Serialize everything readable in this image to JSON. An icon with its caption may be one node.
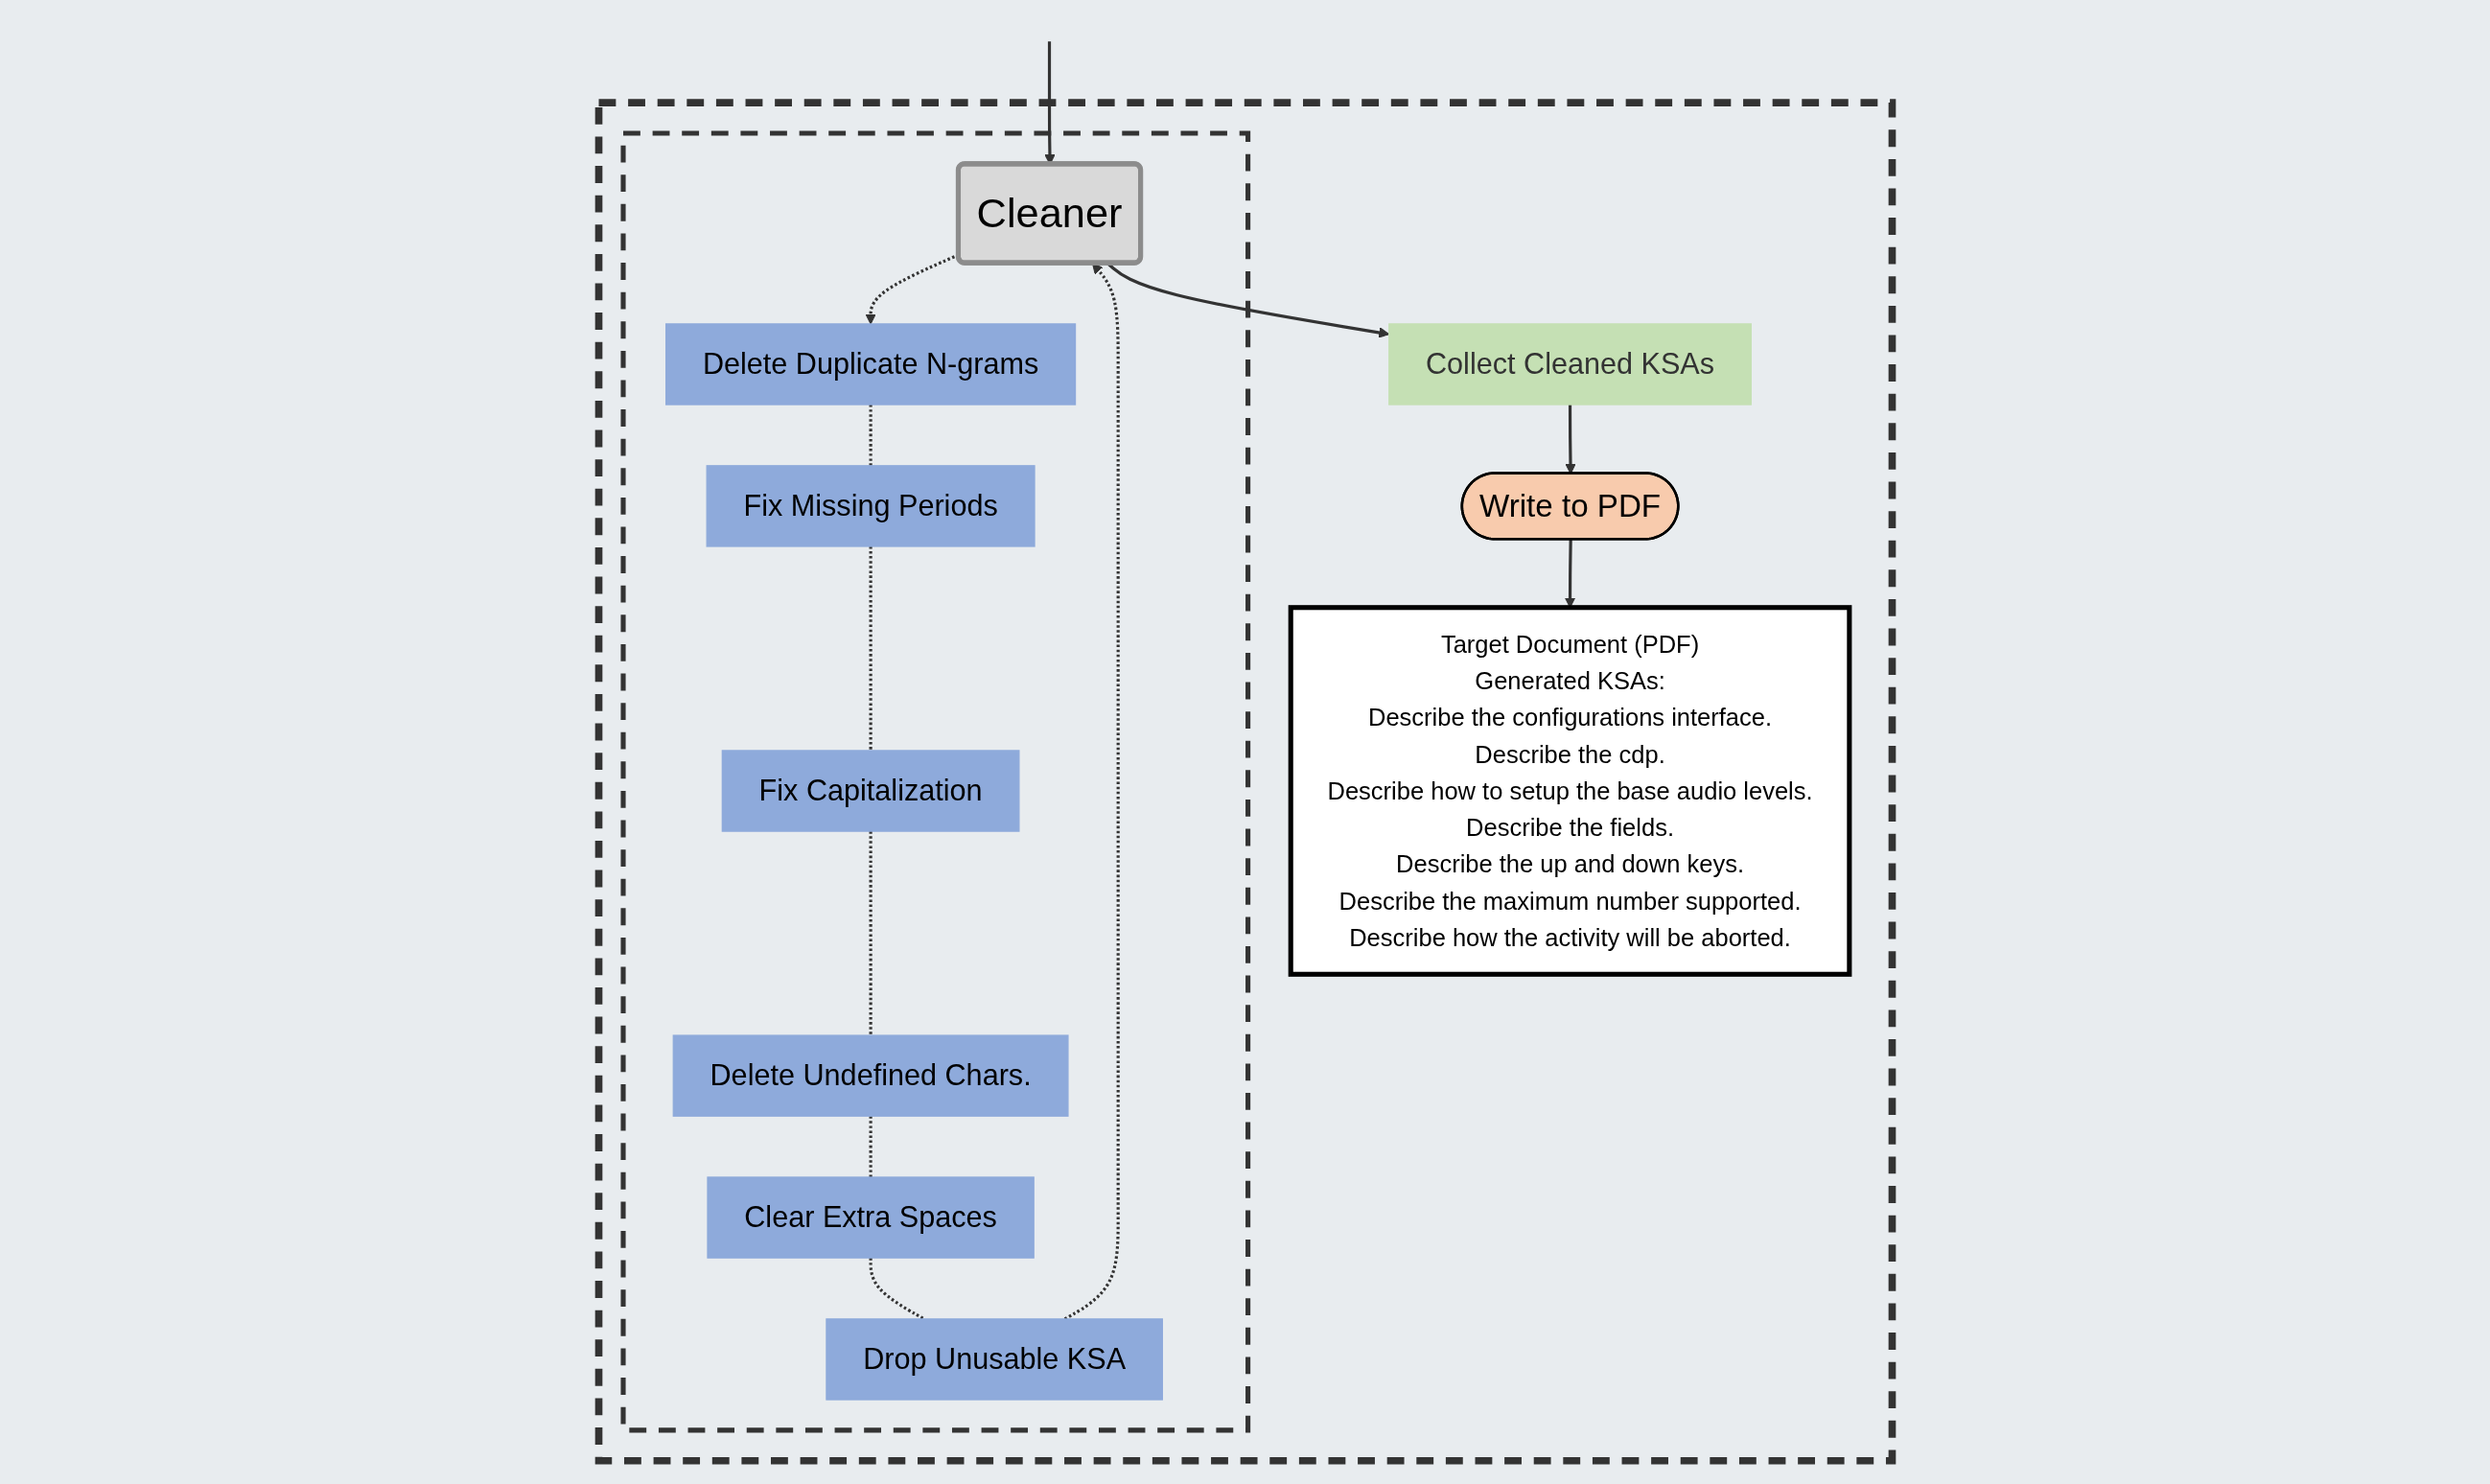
{
  "diagram": {
    "nodes": [
      {
        "text": [],
        "shape": "box"
      },
      {
        "text": [],
        "shape": "box",
        "in": 0
      },
      {
        "text": [
          "Cleaner"
        ],
        "in": 1
      },
      {
        "text": [
          "Delete Duplicate N-grams"
        ],
        "in": 1
      },
      {
        "text": [
          "Fix Missing Periods"
        ],
        "in": 1
      },
      {
        "text": [
          "Delete Undefined Chars."
        ],
        "in": 1
      },
      {
        "text": [
          "Fix Capitalization"
        ],
        "in": 1
      },
      {
        "text": [
          "Drop Unusable KSA"
        ],
        "in": 1
      },
      {
        "text": [
          "Clear Extra Spaces"
        ],
        "in": 1
      },
      {
        "text": [
          "Collect Cleaned KSAs"
        ],
        "in": 0
      },
      {
        "text": [
          "Write to PDF"
        ],
        "in": 0
      },
      {
        "text": [
          "Target Document (PDF)",
          "Generated KSAs:",
          "Describe the configurations interface.",
          "Describe the cdp.",
          "Describe how to setup the base audio levels.",
          "Describe the fields.",
          "Describe the up and down keys.",
          "Describe the maximum number supported.",
          "Describe how the activity will be aborted."
        ],
        "in": 0
      }
    ],
    "edges": [
      {
        "from": null,
        "to": 2,
        "arrow": "to"
      },
      {
        "from": 2,
        "to": 3,
        "arrow": "to",
        "style": "dashed"
      },
      {
        "from": 3,
        "to": 4,
        "arrow": "none",
        "style": "dashed"
      },
      {
        "from": 4,
        "to": 6,
        "arrow": "none",
        "style": "dashed"
      },
      {
        "from": 6,
        "to": 5,
        "arrow": "none",
        "style": "dashed"
      },
      {
        "from": 5,
        "to": 8,
        "arrow": "none",
        "style": "dashed"
      },
      {
        "from": 8,
        "to": 7,
        "arrow": "none",
        "style": "dashed"
      },
      {
        "from": 7,
        "to": 2,
        "arrow": "to",
        "style": "dashed"
      },
      {
        "from": 2,
        "to": 9,
        "arrow": "to"
      },
      {
        "from": 9,
        "to": 10,
        "arrow": "to"
      },
      {
        "from": 10,
        "to": 11,
        "arrow": "to"
      }
    ]
  }
}
